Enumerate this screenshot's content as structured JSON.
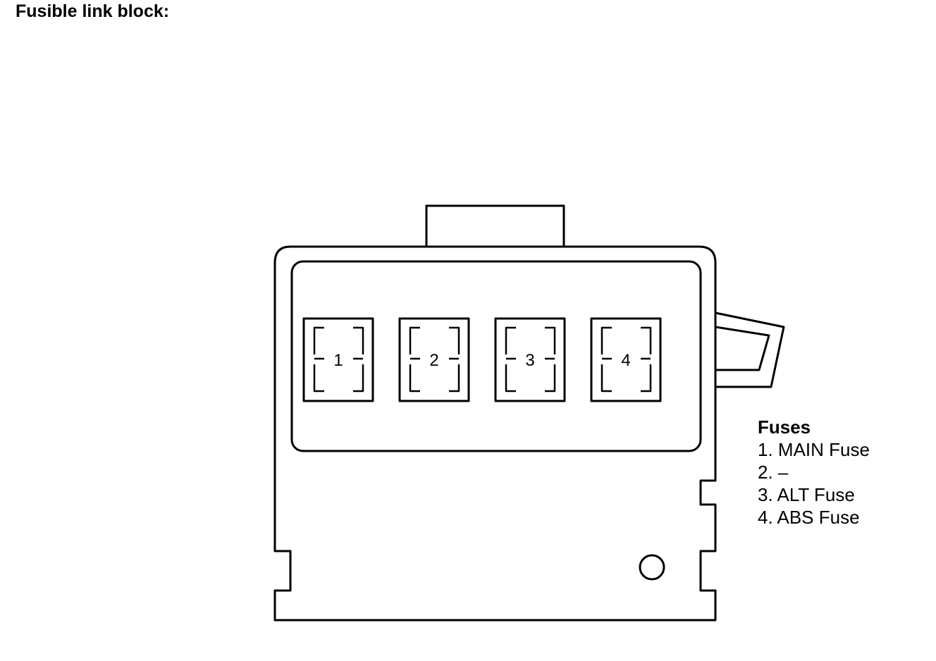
{
  "title": "Fusible link block:",
  "fuses": [
    {
      "number": "1"
    },
    {
      "number": "2"
    },
    {
      "number": "3"
    },
    {
      "number": "4"
    }
  ],
  "legend": {
    "title": "Fuses",
    "items": [
      "1. MAIN Fuse",
      "2. –",
      "3. ALT Fuse",
      "4. ABS Fuse"
    ]
  },
  "colors": {
    "stroke": "#000000",
    "background": "#ffffff"
  }
}
